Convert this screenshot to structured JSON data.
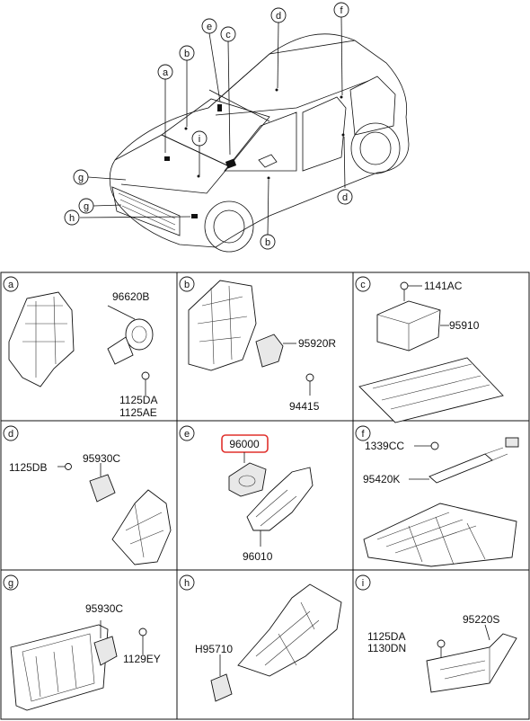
{
  "overview": {
    "callouts": [
      "a",
      "b",
      "c",
      "d",
      "e",
      "f",
      "g",
      "h",
      "i"
    ]
  },
  "cells": [
    {
      "letter": "a",
      "labels": [
        "96620B",
        "1125DA",
        "1125AE"
      ]
    },
    {
      "letter": "b",
      "labels": [
        "95920R",
        "94415"
      ]
    },
    {
      "letter": "c",
      "labels": [
        "1141AC",
        "95910"
      ]
    },
    {
      "letter": "d",
      "labels": [
        "1125DB",
        "95930C"
      ]
    },
    {
      "letter": "e",
      "labels": [
        "96000",
        "96010"
      ],
      "highlight": "96000",
      "highlight_color": "#e0302c"
    },
    {
      "letter": "f",
      "labels": [
        "1339CC",
        "95420K"
      ]
    },
    {
      "letter": "g",
      "labels": [
        "95930C",
        "1129EY"
      ]
    },
    {
      "letter": "h",
      "labels": [
        "H95710"
      ]
    },
    {
      "letter": "i",
      "labels": [
        "1125DA",
        "1130DN",
        "95220S"
      ]
    }
  ]
}
